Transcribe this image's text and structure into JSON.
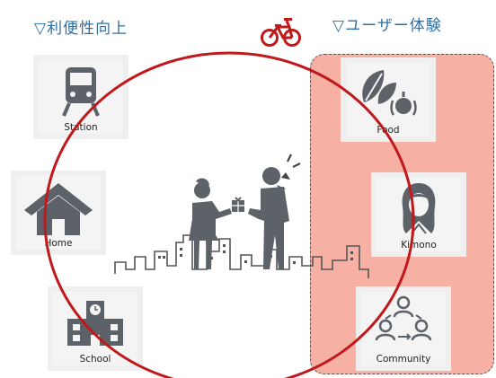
{
  "headings": {
    "left": "▽利便性向上",
    "right": "▽ユーザー体験"
  },
  "left_items": [
    {
      "label": "Station",
      "icon": "train-icon"
    },
    {
      "label": "Home",
      "icon": "house-icon"
    },
    {
      "label": "School",
      "icon": "school-building-icon"
    }
  ],
  "right_items": [
    {
      "label": "Food",
      "icon": "vegetables-icon"
    },
    {
      "label": "Kimono",
      "icon": "kimono-woman-icon"
    },
    {
      "label": "Community",
      "icon": "people-network-icon"
    }
  ],
  "colors": {
    "heading": "#2e6fa5",
    "ring": "#c0191c",
    "panel": "#f7b0a4",
    "icon": "#5d6168",
    "bicycle": "#c0191c"
  }
}
